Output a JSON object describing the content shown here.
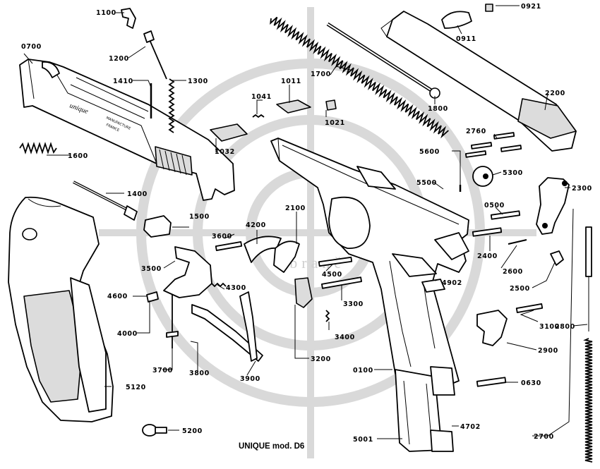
{
  "caption": "UNIQUE mod. D6",
  "watermark": {
    "text": "Zbraně"
  },
  "slide_markings": {
    "brand": "unique",
    "line1": "MANUFACTURE",
    "line2": "FRANCE"
  },
  "callouts": [
    {
      "id": "1100",
      "label": "1100"
    },
    {
      "id": "0700",
      "label": "0700"
    },
    {
      "id": "1200",
      "label": "1200"
    },
    {
      "id": "1410",
      "label": "1410"
    },
    {
      "id": "1300",
      "label": "1300"
    },
    {
      "id": "1600",
      "label": "1600"
    },
    {
      "id": "1400",
      "label": "1400"
    },
    {
      "id": "1500",
      "label": "1500"
    },
    {
      "id": "1041",
      "label": "1041"
    },
    {
      "id": "1011",
      "label": "1011"
    },
    {
      "id": "1021",
      "label": "1021"
    },
    {
      "id": "1032",
      "label": "1032"
    },
    {
      "id": "1700",
      "label": "1700"
    },
    {
      "id": "1800",
      "label": "1800"
    },
    {
      "id": "0921",
      "label": "0921"
    },
    {
      "id": "0911",
      "label": "0911"
    },
    {
      "id": "2200",
      "label": "2200"
    },
    {
      "id": "2760",
      "label": "2760"
    },
    {
      "id": "5600",
      "label": "5600"
    },
    {
      "id": "5300",
      "label": "5300"
    },
    {
      "id": "5500",
      "label": "5500"
    },
    {
      "id": "2300",
      "label": "2300"
    },
    {
      "id": "0500",
      "label": "0500"
    },
    {
      "id": "2400",
      "label": "2400"
    },
    {
      "id": "2600",
      "label": "2600"
    },
    {
      "id": "2500",
      "label": "2500"
    },
    {
      "id": "3600",
      "label": "3600"
    },
    {
      "id": "4200",
      "label": "4200"
    },
    {
      "id": "2100",
      "label": "2100"
    },
    {
      "id": "3500",
      "label": "3500"
    },
    {
      "id": "4500",
      "label": "4500"
    },
    {
      "id": "4300",
      "label": "4300"
    },
    {
      "id": "4600",
      "label": "4600"
    },
    {
      "id": "4902",
      "label": "4902"
    },
    {
      "id": "3300",
      "label": "3300"
    },
    {
      "id": "3100",
      "label": "3100"
    },
    {
      "id": "2800",
      "label": "2800"
    },
    {
      "id": "4000",
      "label": "4000"
    },
    {
      "id": "3400",
      "label": "3400"
    },
    {
      "id": "2900",
      "label": "2900"
    },
    {
      "id": "3700",
      "label": "3700"
    },
    {
      "id": "3800",
      "label": "3800"
    },
    {
      "id": "3900",
      "label": "3900"
    },
    {
      "id": "3200",
      "label": "3200"
    },
    {
      "id": "0100",
      "label": "0100"
    },
    {
      "id": "5120",
      "label": "5120"
    },
    {
      "id": "0630",
      "label": "0630"
    },
    {
      "id": "5200",
      "label": "5200"
    },
    {
      "id": "4702",
      "label": "4702"
    },
    {
      "id": "5001",
      "label": "5001"
    },
    {
      "id": "2700",
      "label": "2700"
    }
  ]
}
